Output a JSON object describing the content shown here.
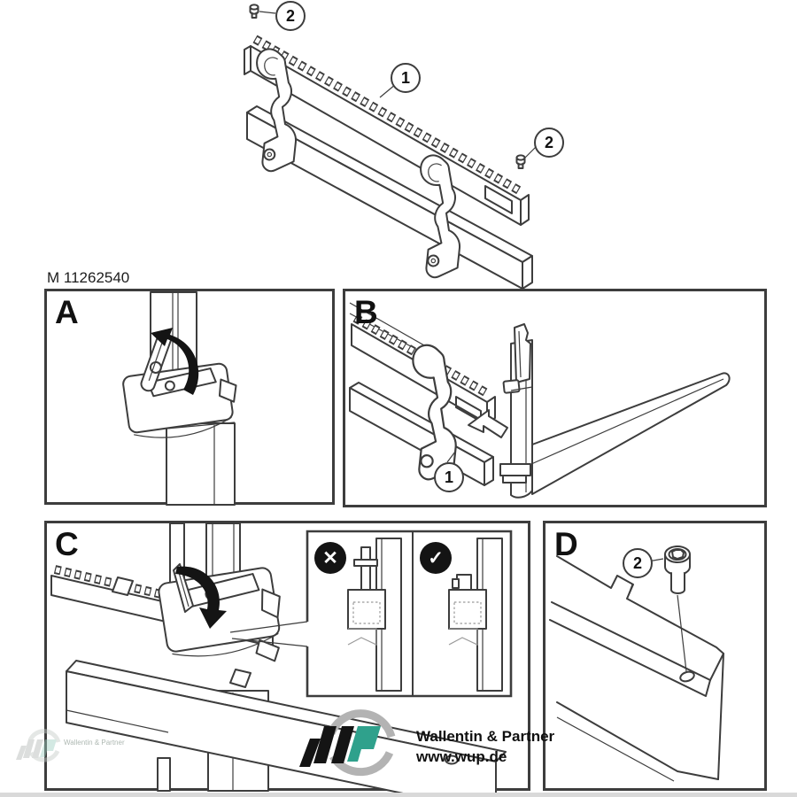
{
  "document": {
    "part_number": "M 11262540"
  },
  "colors": {
    "line": "#3d3d3d",
    "black": "#141414",
    "teal": "#2fa18c",
    "logo_gray": "#b3b3b3",
    "strip": "#d9d9d9"
  },
  "top_diagram": {
    "callouts": [
      {
        "id": "screw-top-left",
        "label": "2"
      },
      {
        "id": "toothed-rail",
        "label": "1"
      },
      {
        "id": "screw-right",
        "label": "2"
      }
    ]
  },
  "panels": {
    "a": {
      "letter": "A"
    },
    "b": {
      "letter": "B",
      "callout": "1"
    },
    "c": {
      "letter": "C",
      "wrong_symbol": "✕",
      "right_symbol": "✓"
    },
    "d": {
      "letter": "D",
      "callout": "2"
    }
  },
  "branding": {
    "company": "Wallentin & Partner",
    "website": "www.wup.de"
  },
  "watermark": {
    "company": "Wallentin & Partner"
  }
}
